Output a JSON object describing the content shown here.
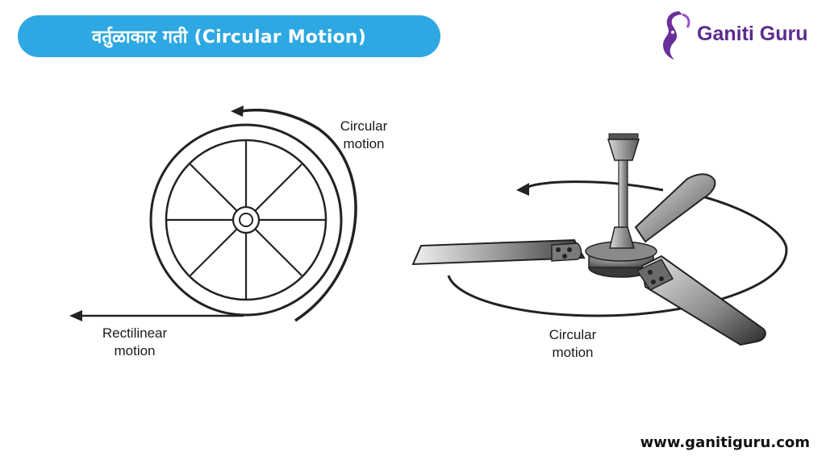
{
  "header": {
    "title": "वर्तुळाकार गती (Circular Motion)"
  },
  "logo": {
    "brand": "Ganiti Guru"
  },
  "wheel": {
    "arc_label_line1": "Circular",
    "arc_label_line2": "motion",
    "linear_label_line1": "Rectilinear",
    "linear_label_line2": "motion"
  },
  "fan": {
    "label_line1": "Circular",
    "label_line2": "motion"
  },
  "footer": {
    "url": "www.ganitiguru.com"
  },
  "colors": {
    "pill": "#2ea8e2",
    "brand": "#5b2c8f"
  }
}
